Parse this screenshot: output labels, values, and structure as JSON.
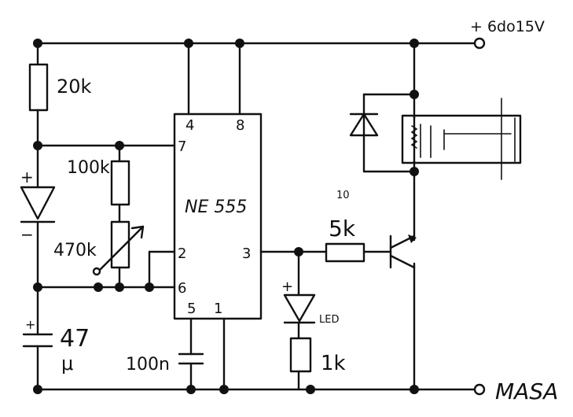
{
  "labels": {
    "supply": "+ 6do15V",
    "ground": "MASA",
    "r1": "20k",
    "r2": "100k",
    "pot": "470k",
    "ic_name": "NE 555",
    "pin4": "4",
    "pin8": "8",
    "pin7": "7",
    "pin2": "2",
    "pin6": "6",
    "pin3": "3",
    "pin5": "5",
    "pin1": "1",
    "r_base_top": "10",
    "r_base": "5k",
    "led": "LED",
    "r_led": "1k",
    "c1_value": "47",
    "c1_unit": "μ",
    "c2": "100n",
    "plus_diode": "+",
    "minus_diode": "−",
    "plus_led": "+",
    "plus_cap": "+"
  }
}
